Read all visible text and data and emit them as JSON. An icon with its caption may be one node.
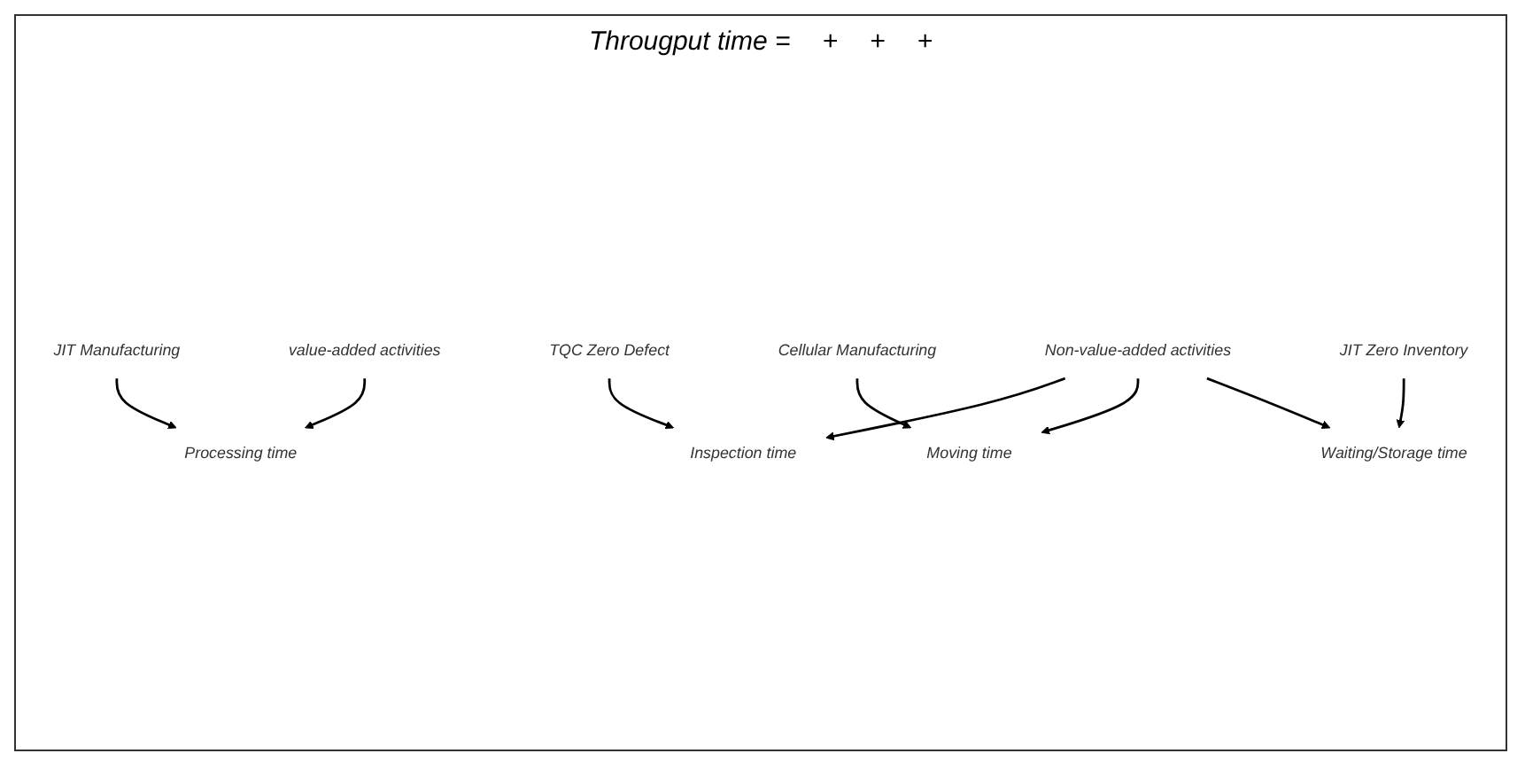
{
  "diagram": {
    "nodes": [
      {
        "text": [
          "JIT Manufacturing"
        ]
      },
      {
        "text": [
          "TQC Zero Defect"
        ]
      },
      {
        "text": [
          "Cellular Manufacturing"
        ]
      },
      {
        "text": [
          "JIT Zero Inventory"
        ]
      },
      {
        "text": [
          "Processing time"
        ]
      },
      {
        "text": [
          "Inspection time"
        ]
      },
      {
        "text": [
          "Moving time"
        ]
      },
      {
        "text": [
          "Waiting/Storage time"
        ]
      },
      {
        "text": [
          "value-added activities"
        ]
      },
      {
        "text": [
          "Non-value-added activities"
        ]
      }
    ],
    "edges": [
      {
        "from": 0,
        "to": 4,
        "arrow": "to"
      },
      {
        "from": 1,
        "to": 5,
        "arrow": "to"
      },
      {
        "from": 2,
        "to": 6,
        "arrow": "to"
      },
      {
        "from": 3,
        "to": 7,
        "arrow": "to"
      },
      {
        "from": 8,
        "to": 4,
        "arrow": "to"
      },
      {
        "from": 9,
        "to": 5,
        "arrow": "to"
      },
      {
        "from": 9,
        "to": 6,
        "arrow": "to"
      },
      {
        "from": 9,
        "to": 7,
        "arrow": "to"
      }
    ],
    "labels": [
      "Througput time =",
      "+",
      "+",
      "+"
    ]
  }
}
